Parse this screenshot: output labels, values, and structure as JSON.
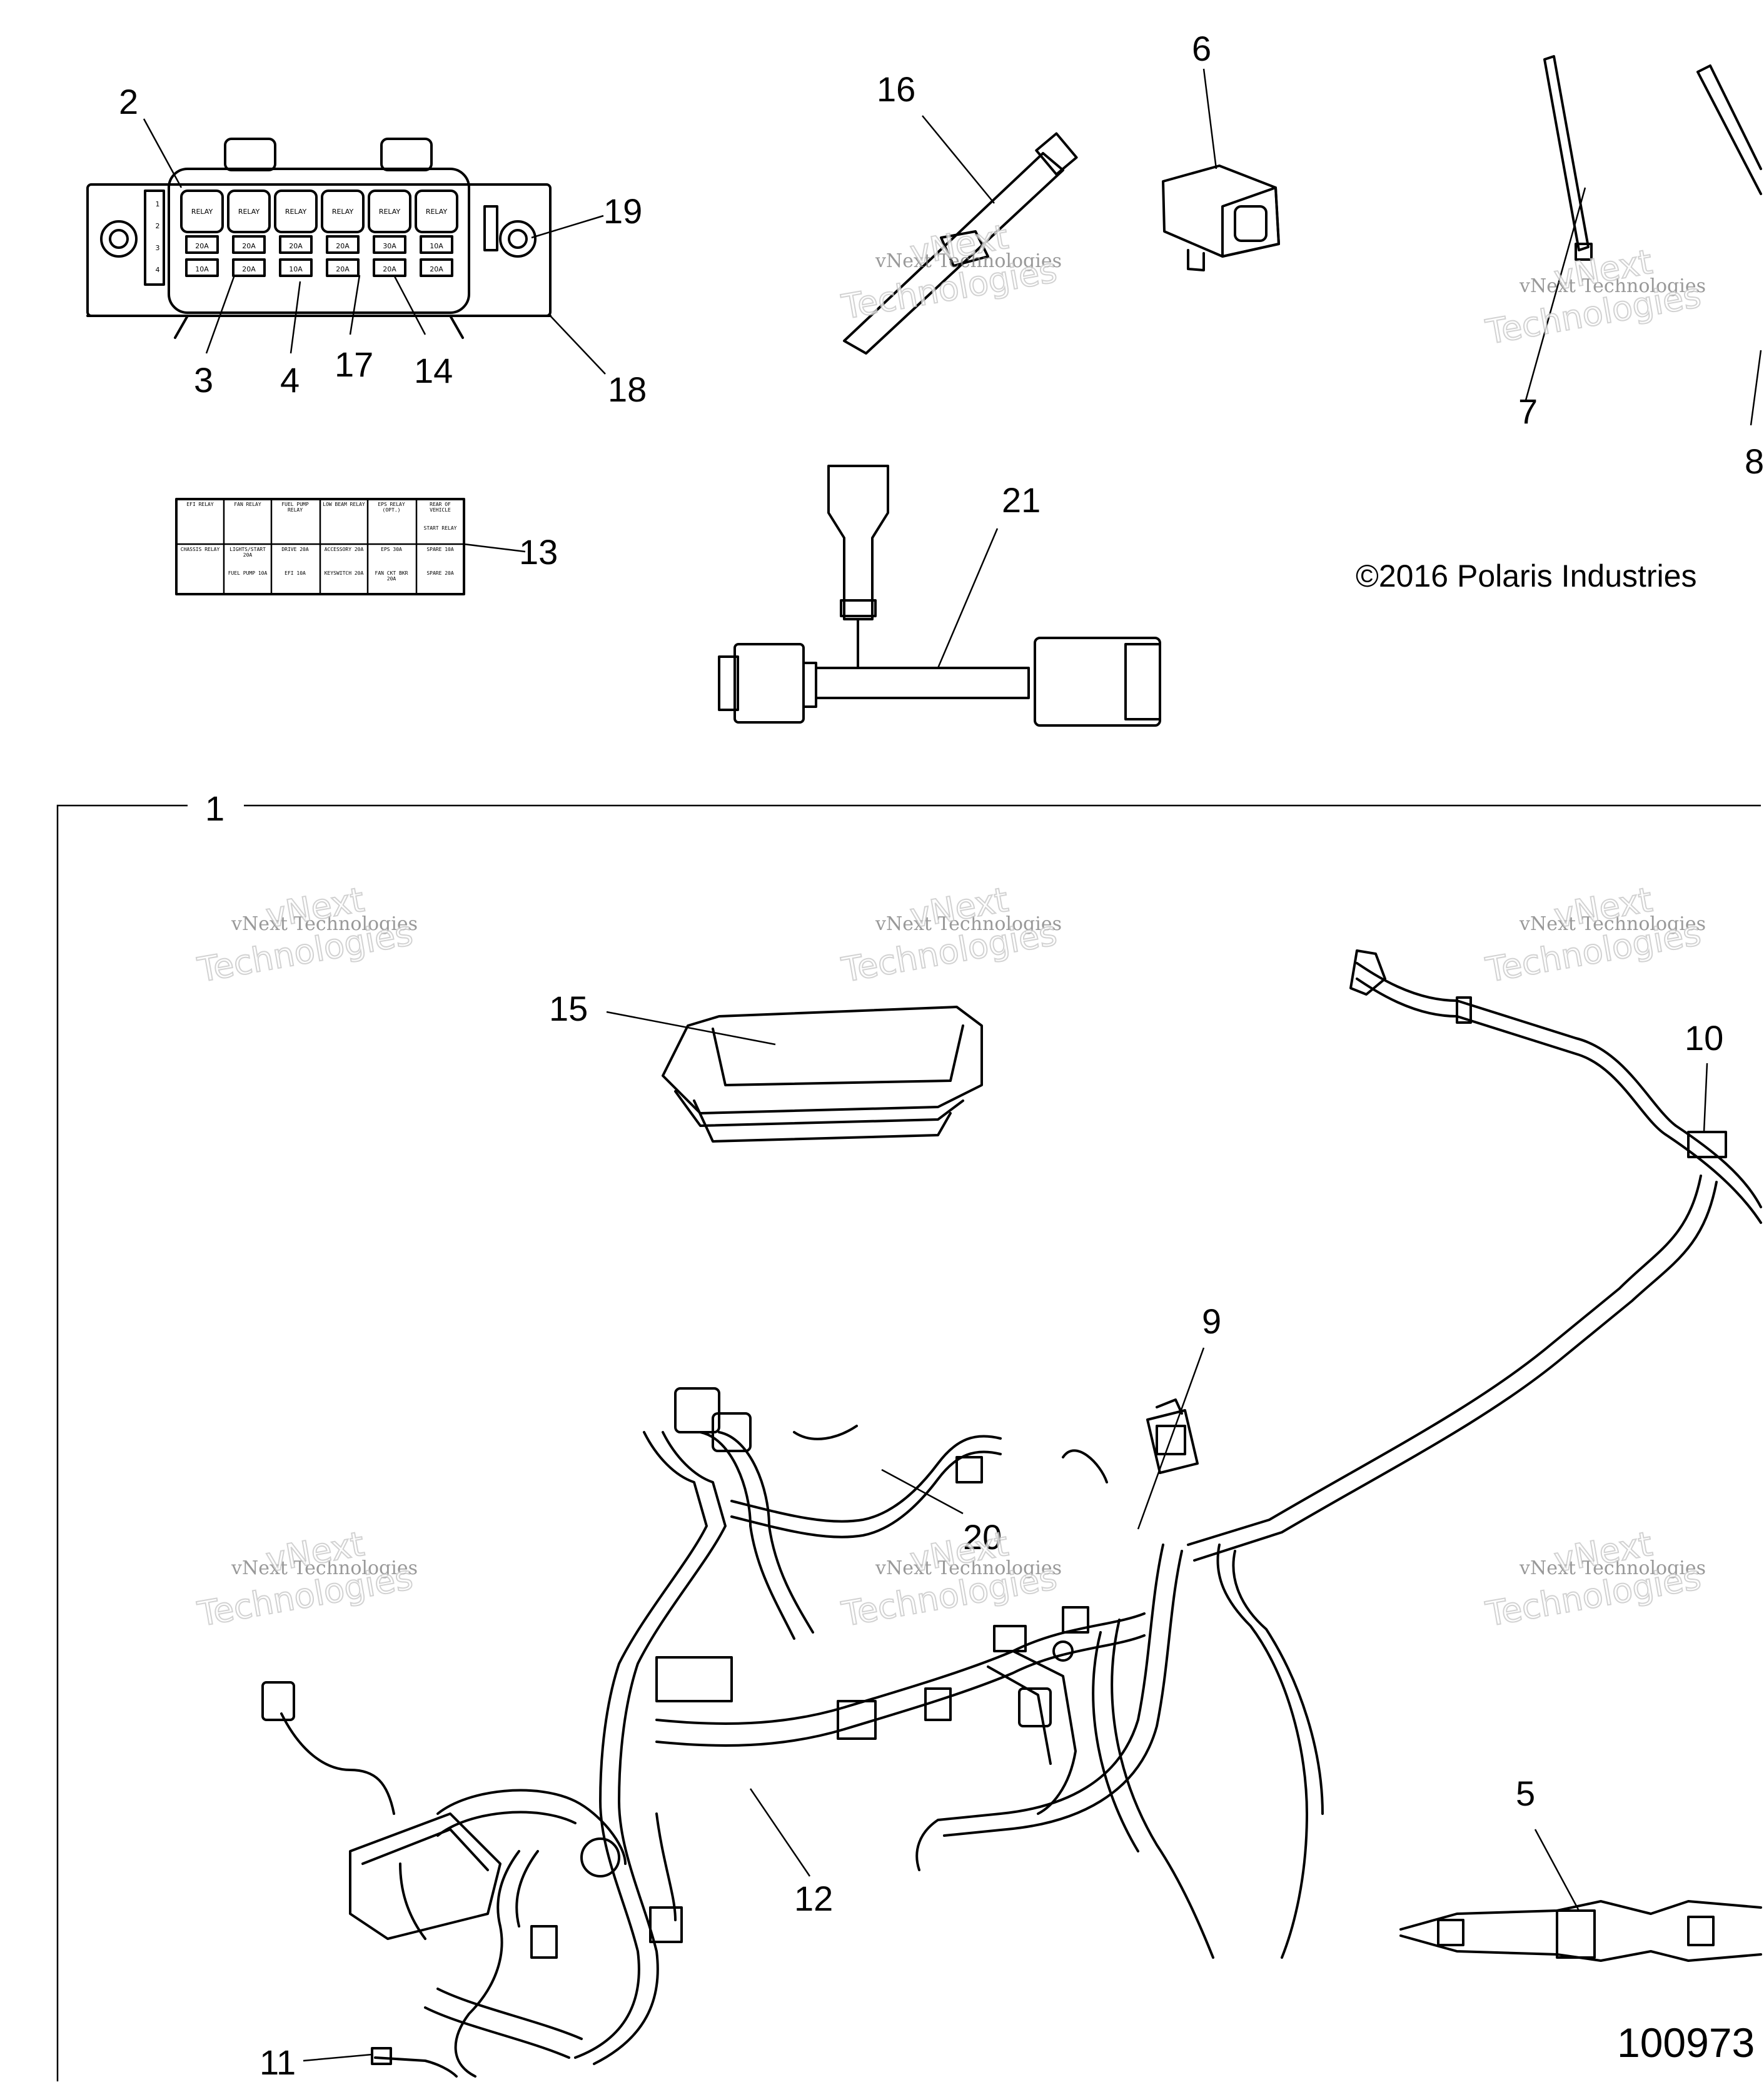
{
  "callouts": [
    "1",
    "2",
    "3",
    "4",
    "5",
    "6",
    "7",
    "8",
    "9",
    "10",
    "11",
    "12",
    "13",
    "14",
    "15",
    "16",
    "17",
    "18",
    "19",
    "20",
    "21"
  ],
  "copyright": "©2016 Polaris Industries",
  "figure_number": "100973",
  "watermark": {
    "line1": "vNext Technologies",
    "big1": "vNext",
    "big2": "Technologies"
  },
  "fuse_box": {
    "numbers": [
      "1",
      "2",
      "3",
      "4"
    ],
    "relay_label": "RELAY",
    "fuse_labels": [
      "20A",
      "20A",
      "20A",
      "20A",
      "30A",
      "10A"
    ],
    "fuse_labels2": [
      "10A",
      "20A",
      "10A",
      "20A",
      "20A",
      "20A"
    ]
  },
  "decal": {
    "row1": [
      "EFI RELAY",
      "FAN RELAY",
      "FUEL PUMP RELAY",
      "LOW BEAM RELAY",
      "EPS RELAY (OPT.)",
      "REAR OF VEHICLE"
    ],
    "row2": [
      "",
      "",
      "",
      "",
      "",
      "START RELAY"
    ],
    "row3": [
      "CHASSIS RELAY",
      "LIGHTS/START 20A",
      "DRIVE 20A",
      "ACCESSORY 20A",
      "EPS 30A",
      "SPARE 10A"
    ],
    "row4": [
      "",
      "FUEL PUMP 10A",
      "EFI 10A",
      "KEYSWITCH 20A",
      "FAN CKT BKR 20A",
      "SPARE 20A"
    ]
  }
}
